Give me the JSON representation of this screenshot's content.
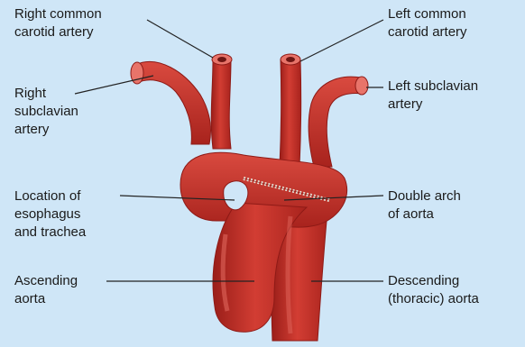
{
  "diagram": {
    "labels": {
      "right_common_carotid": [
        "Right common",
        "carotid artery"
      ],
      "left_common_carotid": [
        "Left common",
        "carotid artery"
      ],
      "right_subclavian": [
        "Right",
        "subclavian",
        "artery"
      ],
      "left_subclavian": [
        "Left subclavian",
        "artery"
      ],
      "esophagus_trachea": [
        "Location of",
        "esophagus",
        "and trachea"
      ],
      "double_arch": [
        "Double arch",
        "of aorta"
      ],
      "ascending_aorta": [
        "Ascending",
        "aorta"
      ],
      "descending_aorta": [
        "Descending",
        "(thoracic) aorta"
      ]
    },
    "colors": {
      "background": "#cfe6f7",
      "artery": "#c8312a",
      "artery_dark": "#8e1a16",
      "artery_light": "#e0665c",
      "leader_line": "#222222"
    }
  }
}
